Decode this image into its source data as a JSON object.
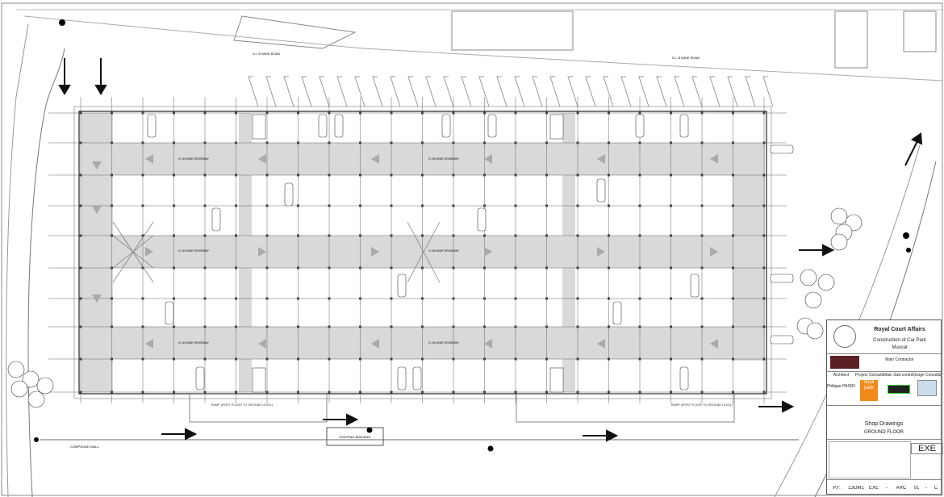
{
  "drawing": {
    "road_labels": [
      "G.I. B WIDE ROAD",
      "G.I. B WIDE ROAD"
    ],
    "wall_label": "COMPOUND WALL",
    "ramp_labels": [
      "RAMP\n(FIRST FLOOR TO GROUND LEVEL)",
      "RAMP\n(FIRST FLOOR TO GROUND LEVEL)"
    ],
    "driveway_label": "G.I.M WIDE DRIVEWAY",
    "existing_building": "EXISTING BUILDING",
    "colors": {
      "driveway": "#d9d9d9",
      "line": "#555555",
      "arrow": "#111111"
    }
  },
  "title_block": {
    "client": "Royal Court Affairs",
    "project_lines": [
      "Construction of Car Park",
      "Muscat"
    ],
    "main_contractor_label": "Main Contractor",
    "roles": [
      "Architect",
      "Project Consultant",
      "Main Sub-contractor",
      "Design Consultant"
    ],
    "architect_name": "Philippe PASRIS",
    "dupli_logo": "dupli park",
    "sheet_title": "Shop Drawings",
    "sheet_subtitle": "GROUND FLOOR",
    "status": "EXE",
    "footer": [
      "P.F.",
      "13OM1",
      "EXE",
      "-",
      "ARC",
      "01",
      "-",
      "C"
    ]
  }
}
